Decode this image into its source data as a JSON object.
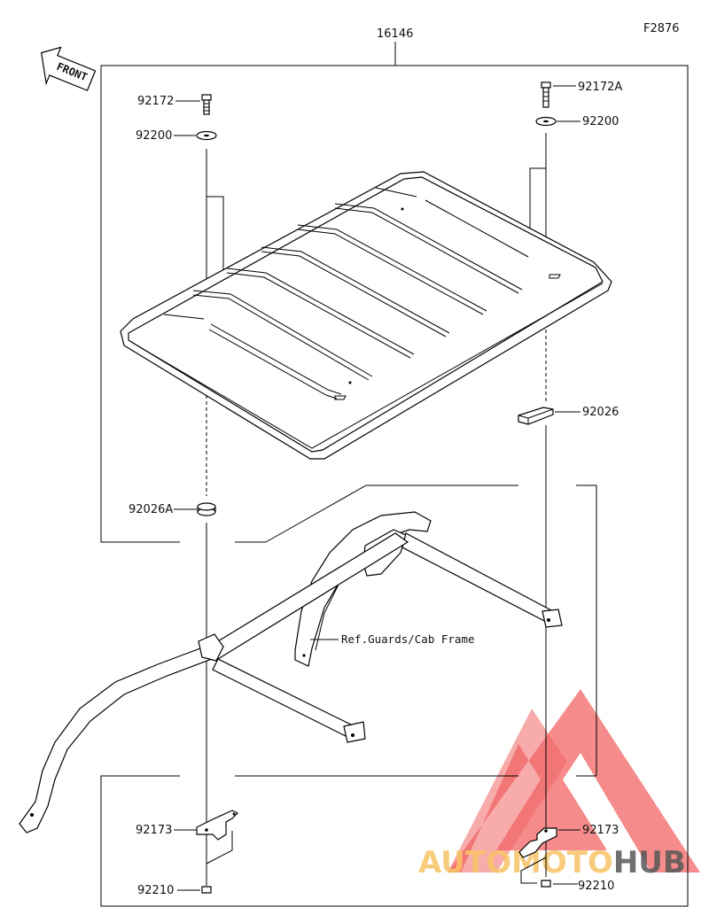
{
  "diagram": {
    "figure_code": "F2876",
    "front_label": "FRONT",
    "assembly_part": "16146",
    "reference_note": "Ref.Guards/Cab Frame",
    "parts": {
      "bolt_left": "92172",
      "bolt_right": "92172A",
      "washer_left": "92200",
      "washer_right": "92200",
      "spacer_right": "92026",
      "spacer_left": "92026A",
      "clamp_left": "92173",
      "clamp_right": "92173",
      "nut_left": "92210",
      "nut_right": "92210"
    }
  },
  "watermark": {
    "part1": "AUTO",
    "part2": "MOTO",
    "part3": "HUB",
    "colors": {
      "auto": "#f6b94a",
      "moto": "#f6b94a",
      "hub": "#3a3a3a",
      "triangle": "#ef4a4a"
    }
  }
}
